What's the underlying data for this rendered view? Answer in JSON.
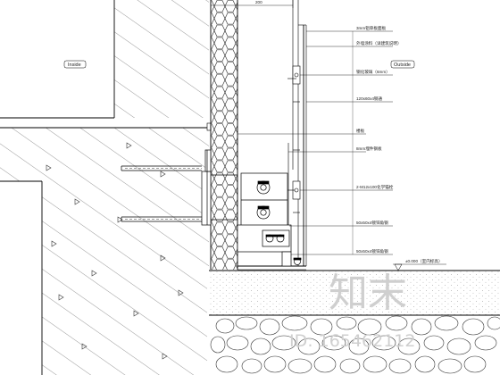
{
  "drawing": {
    "dimension_top": "200",
    "labels": {
      "inside": "Inside",
      "outside": "Outside"
    },
    "annotations": [
      "3mm铝单板面板",
      "外墙涂料（详建筑说明）",
      "钢化玻璃（6mm）",
      "120x60x4钢通",
      "楼板",
      "8mm埋件钢板",
      "2-M12x100化学锚栓",
      "50x50x4镀锌角钢",
      "50x50x4镀锌角钢"
    ],
    "elevation_note": "±0.000（室内标高）"
  },
  "watermark": {
    "brand": "知末",
    "id_text": "ID: 165462112"
  },
  "colors": {
    "line": "#000000",
    "watermark": "#cfcfcf"
  }
}
